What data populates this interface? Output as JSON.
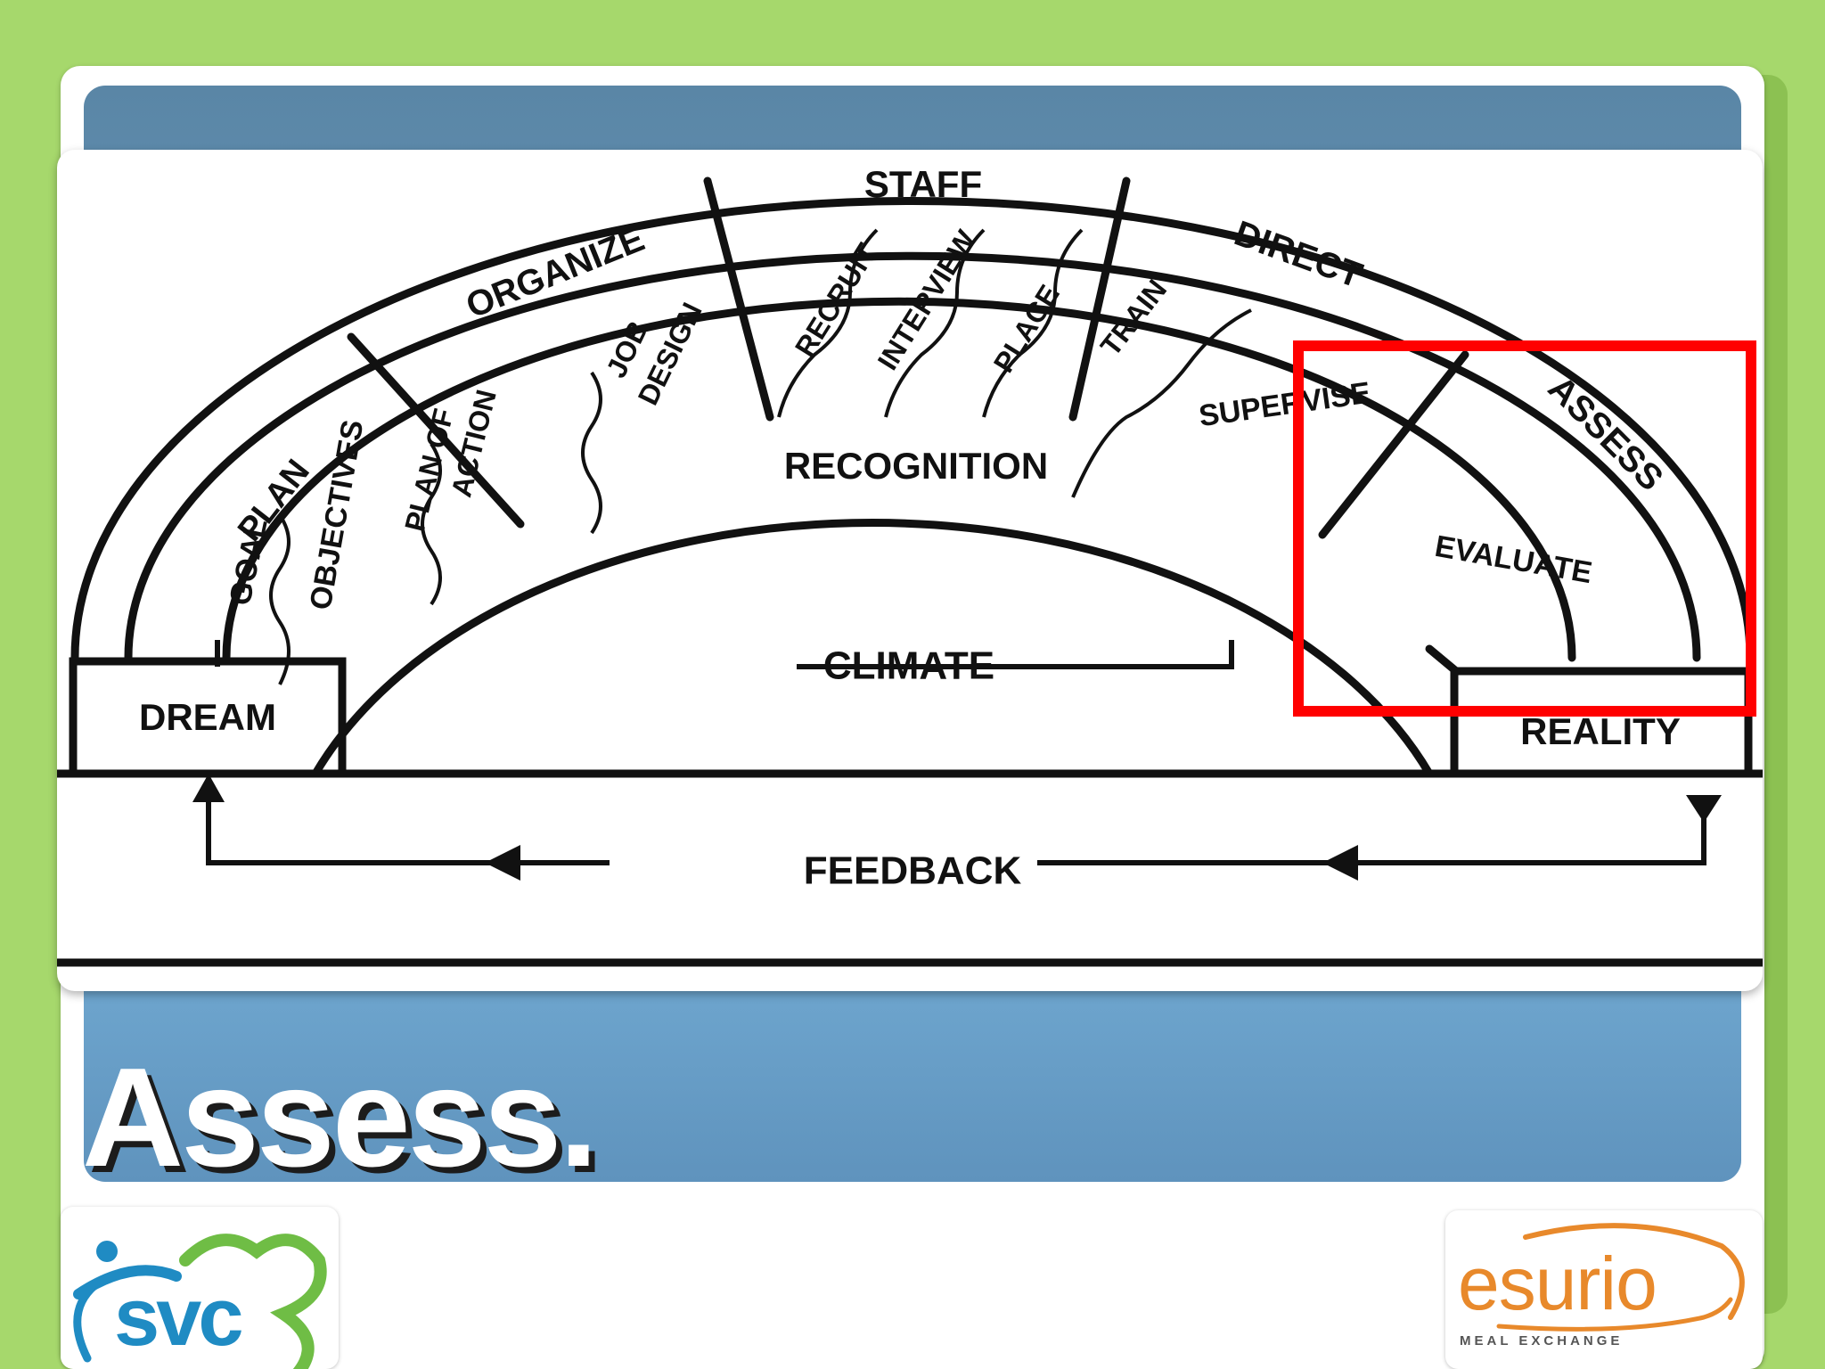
{
  "slide": {
    "title": "Assess."
  },
  "diagram": {
    "top_band": {
      "plan": "PLAN",
      "organize": "ORGANIZE",
      "staff": "STAFF",
      "direct": "DIRECT",
      "assess": "ASSESS"
    },
    "sub_band": {
      "goal": "GOAL",
      "objectives": "OBJECTIVES",
      "plan_of_action_1": "PLAN OF",
      "plan_of_action_2": "ACTION",
      "job_design_1": "JOB",
      "job_design_2": "DESIGN",
      "recruit": "RECRUIT",
      "interview": "INTERVIEW",
      "place": "PLACE",
      "train": "TRAIN",
      "supervise": "SUPERVISE",
      "evaluate": "EVALUATE"
    },
    "recognition": "RECOGNITION",
    "climate": "CLIMATE",
    "dream": "DREAM",
    "reality": "REALITY",
    "feedback": "FEEDBACK",
    "highlight_color": "#ff0000"
  },
  "logos": {
    "left": {
      "text": "svc",
      "icon": "svc-logo-icon"
    },
    "right": {
      "text": "esurio",
      "tagline": "MEAL EXCHANGE",
      "icon": "esurio-logo-icon"
    }
  }
}
